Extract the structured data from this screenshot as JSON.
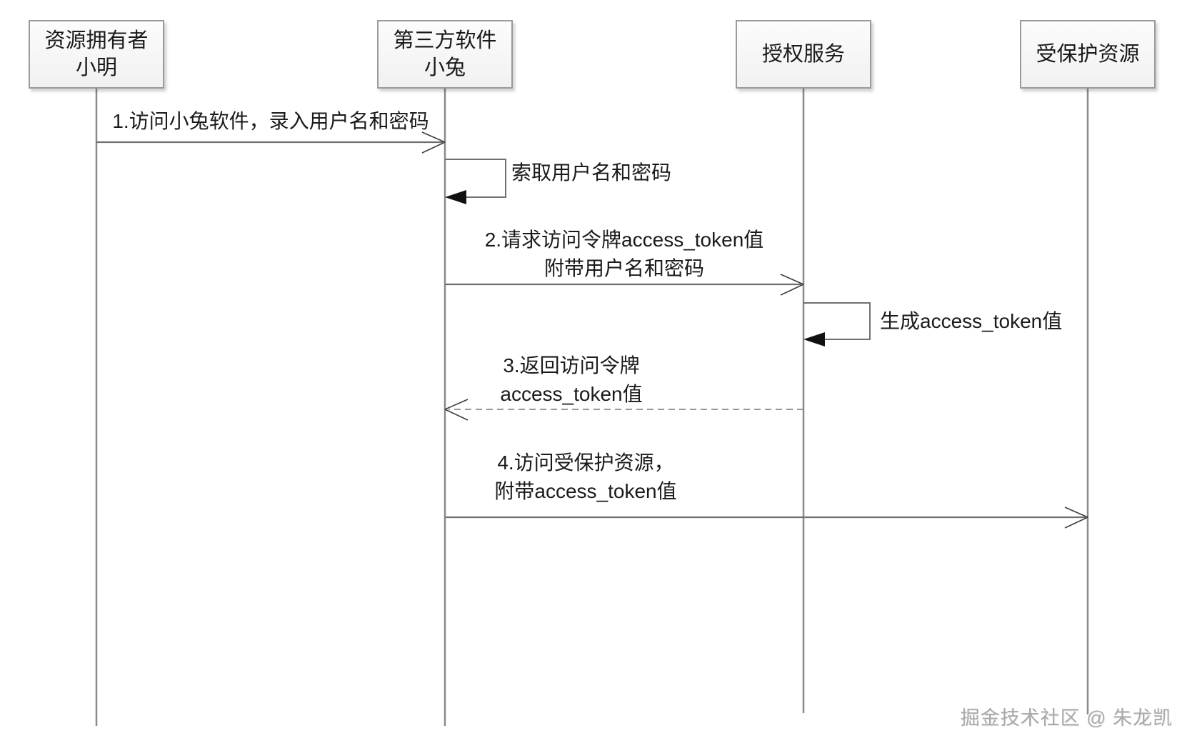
{
  "diagram": {
    "type": "sequence-diagram",
    "actors": [
      {
        "id": "resource-owner",
        "line1": "资源拥有者",
        "line2": "小明"
      },
      {
        "id": "third-party-app",
        "line1": "第三方软件",
        "line2": "小兔"
      },
      {
        "id": "auth-service",
        "line1": "授权服务",
        "line2": ""
      },
      {
        "id": "protected-resource",
        "line1": "受保护资源",
        "line2": ""
      }
    ],
    "messages": [
      {
        "id": "msg1",
        "from": "resource-owner",
        "to": "third-party-app",
        "style": "solid",
        "line1": "1.访问小兔软件，录入用户名和密码",
        "line2": ""
      },
      {
        "id": "self1",
        "from": "third-party-app",
        "to": "third-party-app",
        "style": "self",
        "line1": "索取用户名和密码",
        "line2": ""
      },
      {
        "id": "msg2",
        "from": "third-party-app",
        "to": "auth-service",
        "style": "solid",
        "line1": "2.请求访问令牌access_token值",
        "line2": "附带用户名和密码"
      },
      {
        "id": "self2",
        "from": "auth-service",
        "to": "auth-service",
        "style": "self",
        "line1": "生成access_token值",
        "line2": ""
      },
      {
        "id": "msg3",
        "from": "auth-service",
        "to": "third-party-app",
        "style": "dashed",
        "line1": "3.返回访问令牌",
        "line2": "access_token值"
      },
      {
        "id": "msg4",
        "from": "third-party-app",
        "to": "protected-resource",
        "style": "solid",
        "line1": "4.访问受保护资源，",
        "line2": "附带access_token值"
      }
    ],
    "watermark": "掘金技术社区 @ 朱龙凯"
  },
  "colors": {
    "line": "#8a8a8a",
    "msgline": "#6f6f6f",
    "arrow": "#3c3c3c",
    "arrowfill": "#111111",
    "boxborder": "#9a9a9a",
    "text": "#1a1a1a",
    "watermark": "#a9a9a9"
  }
}
